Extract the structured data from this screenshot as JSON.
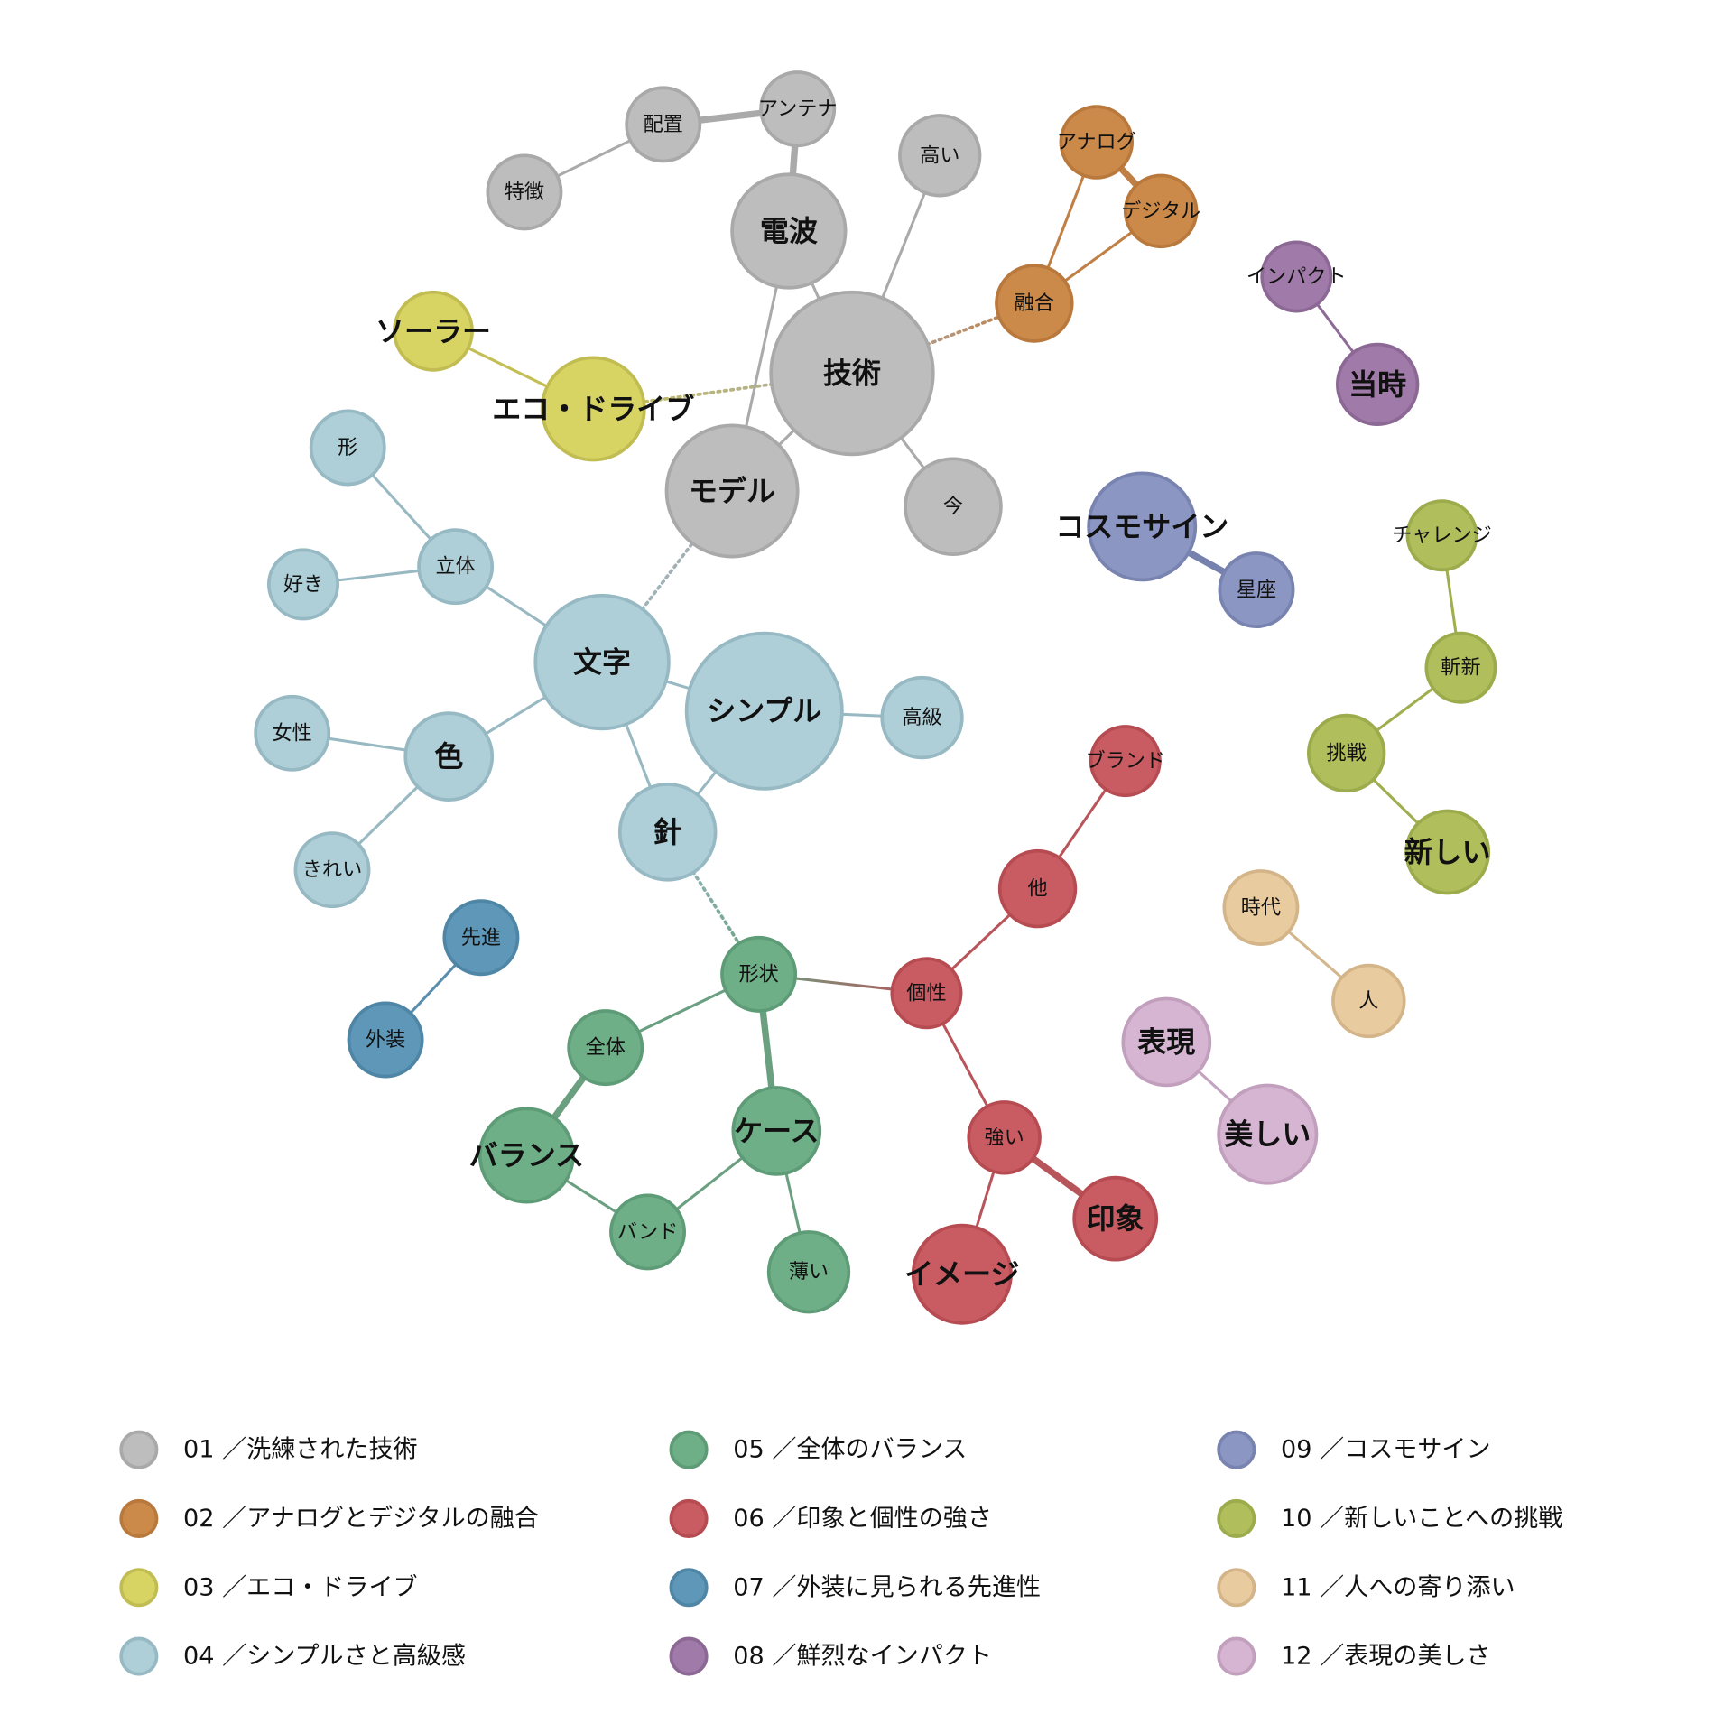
{
  "groups": [
    {
      "id": "01",
      "label": "01 ／洗練された技術",
      "fill": "#bdbdbd",
      "stroke": "#a9a9a9",
      "edge": "#aaaaaa"
    },
    {
      "id": "02",
      "label": "02 ／アナログとデジタルの融合",
      "fill": "#cc8a4a",
      "stroke": "#b9783c",
      "edge": "#c07f45"
    },
    {
      "id": "03",
      "label": "03 ／エコ・ドライブ",
      "fill": "#d8d464",
      "stroke": "#c1bd52",
      "edge": "#c4bf55"
    },
    {
      "id": "04",
      "label": "04 ／シンプルさと高級感",
      "fill": "#aecfd8",
      "stroke": "#97b9c3",
      "edge": "#98b8c2"
    },
    {
      "id": "05",
      "label": "05 ／全体のバランス",
      "fill": "#6faf88",
      "stroke": "#5e9c77",
      "edge": "#6a9f80"
    },
    {
      "id": "06",
      "label": "06 ／印象と個性の強さ",
      "fill": "#c95c62",
      "stroke": "#b64c52",
      "edge": "#b8555b"
    },
    {
      "id": "07",
      "label": "07 ／外装に見られる先進性",
      "fill": "#5f97b8",
      "stroke": "#4f86a6",
      "edge": "#5a8eae"
    },
    {
      "id": "08",
      "label": "08 ／鮮烈なインパクト",
      "fill": "#a07aa8",
      "stroke": "#8c6895",
      "edge": "#8e6b96"
    },
    {
      "id": "09",
      "label": "09 ／コスモサイン",
      "fill": "#8c96c2",
      "stroke": "#7883b0",
      "edge": "#7681ad"
    },
    {
      "id": "10",
      "label": "10 ／新しいことへの挑戦",
      "fill": "#b0be5c",
      "stroke": "#9cab4b",
      "edge": "#a0ae4e"
    },
    {
      "id": "11",
      "label": "11 ／人への寄り添い",
      "fill": "#e8cb9e",
      "stroke": "#d3b589",
      "edge": "#d2b78d"
    },
    {
      "id": "12",
      "label": "12 ／表現の美しさ",
      "fill": "#d6b5d2",
      "stroke": "#c19fbd",
      "edge": "#c3a3c0"
    }
  ],
  "nodes": [
    {
      "id": "haichi",
      "label": "配置",
      "group": "01",
      "bold": false
    },
    {
      "id": "antenna",
      "label": "アンテナ",
      "group": "01",
      "bold": false
    },
    {
      "id": "tokucho",
      "label": "特徴",
      "group": "01",
      "bold": false
    },
    {
      "id": "takai",
      "label": "高い",
      "group": "01",
      "bold": false
    },
    {
      "id": "denpa",
      "label": "電波",
      "group": "01",
      "bold": true
    },
    {
      "id": "gijutsu",
      "label": "技術",
      "group": "01",
      "bold": true
    },
    {
      "id": "model",
      "label": "モデル",
      "group": "01",
      "bold": true
    },
    {
      "id": "ima",
      "label": "今",
      "group": "01",
      "bold": false
    },
    {
      "id": "analog",
      "label": "アナログ",
      "group": "02",
      "bold": false
    },
    {
      "id": "digital",
      "label": "デジタル",
      "group": "02",
      "bold": false
    },
    {
      "id": "yugo",
      "label": "融合",
      "group": "02",
      "bold": false
    },
    {
      "id": "solar",
      "label": "ソーラー",
      "group": "03",
      "bold": true
    },
    {
      "id": "eco",
      "label": "エコ・ドライブ",
      "group": "03",
      "bold": true
    },
    {
      "id": "katachi",
      "label": "形",
      "group": "04",
      "bold": false
    },
    {
      "id": "rittai",
      "label": "立体",
      "group": "04",
      "bold": false
    },
    {
      "id": "suki",
      "label": "好き",
      "group": "04",
      "bold": false
    },
    {
      "id": "moji",
      "label": "文字",
      "group": "04",
      "bold": true
    },
    {
      "id": "simple",
      "label": "シンプル",
      "group": "04",
      "bold": true
    },
    {
      "id": "kokyu",
      "label": "高級",
      "group": "04",
      "bold": false
    },
    {
      "id": "josei",
      "label": "女性",
      "group": "04",
      "bold": false
    },
    {
      "id": "iro",
      "label": "色",
      "group": "04",
      "bold": true
    },
    {
      "id": "kirei",
      "label": "きれい",
      "group": "04",
      "bold": false
    },
    {
      "id": "hari",
      "label": "針",
      "group": "04",
      "bold": true
    },
    {
      "id": "keijo",
      "label": "形状",
      "group": "05",
      "bold": false
    },
    {
      "id": "zentai",
      "label": "全体",
      "group": "05",
      "bold": false
    },
    {
      "id": "balance",
      "label": "バランス",
      "group": "05",
      "bold": true
    },
    {
      "id": "case",
      "label": "ケース",
      "group": "05",
      "bold": true
    },
    {
      "id": "band",
      "label": "バンド",
      "group": "05",
      "bold": false
    },
    {
      "id": "usui",
      "label": "薄い",
      "group": "05",
      "bold": false
    },
    {
      "id": "brand",
      "label": "ブランド",
      "group": "06",
      "bold": false
    },
    {
      "id": "hoka",
      "label": "他",
      "group": "06",
      "bold": false
    },
    {
      "id": "kosei",
      "label": "個性",
      "group": "06",
      "bold": false
    },
    {
      "id": "tsuyoi",
      "label": "強い",
      "group": "06",
      "bold": false
    },
    {
      "id": "insho",
      "label": "印象",
      "group": "06",
      "bold": true
    },
    {
      "id": "image",
      "label": "イメージ",
      "group": "06",
      "bold": true
    },
    {
      "id": "senshin",
      "label": "先進",
      "group": "07",
      "bold": false
    },
    {
      "id": "gaiso",
      "label": "外装",
      "group": "07",
      "bold": false
    },
    {
      "id": "impact",
      "label": "インパクト",
      "group": "08",
      "bold": false
    },
    {
      "id": "toji",
      "label": "当時",
      "group": "08",
      "bold": true
    },
    {
      "id": "cosmo",
      "label": "コスモサイン",
      "group": "09",
      "bold": true
    },
    {
      "id": "seiza",
      "label": "星座",
      "group": "09",
      "bold": false
    },
    {
      "id": "challenge",
      "label": "チャレンジ",
      "group": "10",
      "bold": false
    },
    {
      "id": "zanshin",
      "label": "斬新",
      "group": "10",
      "bold": false
    },
    {
      "id": "chosen",
      "label": "挑戦",
      "group": "10",
      "bold": false
    },
    {
      "id": "atarashii",
      "label": "新しい",
      "group": "10",
      "bold": true
    },
    {
      "id": "jidai",
      "label": "時代",
      "group": "11",
      "bold": false
    },
    {
      "id": "hito",
      "label": "人",
      "group": "11",
      "bold": false
    },
    {
      "id": "hyogen",
      "label": "表現",
      "group": "12",
      "bold": true
    },
    {
      "id": "utsukushii",
      "label": "美しい",
      "group": "12",
      "bold": true
    }
  ],
  "edges": [
    {
      "s": "haichi",
      "t": "antenna",
      "weight": 3
    },
    {
      "s": "haichi",
      "t": "tokucho",
      "weight": 1
    },
    {
      "s": "antenna",
      "t": "denpa",
      "weight": 3
    },
    {
      "s": "denpa",
      "t": "gijutsu",
      "weight": 1
    },
    {
      "s": "denpa",
      "t": "model",
      "weight": 1
    },
    {
      "s": "takai",
      "t": "gijutsu",
      "weight": 1
    },
    {
      "s": "gijutsu",
      "t": "model",
      "weight": 1
    },
    {
      "s": "gijutsu",
      "t": "ima",
      "weight": 1
    },
    {
      "s": "gijutsu",
      "t": "yugo",
      "weight": 1,
      "dotted": true
    },
    {
      "s": "gijutsu",
      "t": "eco",
      "weight": 1,
      "dotted": true
    },
    {
      "s": "eco",
      "t": "solar",
      "weight": 1
    },
    {
      "s": "analog",
      "t": "digital",
      "weight": 3
    },
    {
      "s": "analog",
      "t": "yugo",
      "weight": 1
    },
    {
      "s": "digital",
      "t": "yugo",
      "weight": 1
    },
    {
      "s": "impact",
      "t": "toji",
      "weight": 1
    },
    {
      "s": "model",
      "t": "moji",
      "weight": 1,
      "dotted": true
    },
    {
      "s": "moji",
      "t": "rittai",
      "weight": 1
    },
    {
      "s": "rittai",
      "t": "katachi",
      "weight": 1
    },
    {
      "s": "rittai",
      "t": "suki",
      "weight": 1
    },
    {
      "s": "moji",
      "t": "iro",
      "weight": 1
    },
    {
      "s": "iro",
      "t": "josei",
      "weight": 1
    },
    {
      "s": "iro",
      "t": "kirei",
      "weight": 1
    },
    {
      "s": "moji",
      "t": "simple",
      "weight": 1
    },
    {
      "s": "moji",
      "t": "hari",
      "weight": 1
    },
    {
      "s": "simple",
      "t": "hari",
      "weight": 1
    },
    {
      "s": "simple",
      "t": "kokyu",
      "weight": 1
    },
    {
      "s": "hari",
      "t": "keijo",
      "weight": 1,
      "dotted": true
    },
    {
      "s": "cosmo",
      "t": "seiza",
      "weight": 3
    },
    {
      "s": "challenge",
      "t": "zanshin",
      "weight": 1
    },
    {
      "s": "zanshin",
      "t": "chosen",
      "weight": 1
    },
    {
      "s": "chosen",
      "t": "atarashii",
      "weight": 1
    },
    {
      "s": "brand",
      "t": "hoka",
      "weight": 1
    },
    {
      "s": "hoka",
      "t": "kosei",
      "weight": 1
    },
    {
      "s": "kosei",
      "t": "keijo",
      "weight": 1
    },
    {
      "s": "kosei",
      "t": "tsuyoi",
      "weight": 1
    },
    {
      "s": "tsuyoi",
      "t": "insho",
      "weight": 3
    },
    {
      "s": "tsuyoi",
      "t": "image",
      "weight": 1
    },
    {
      "s": "senshin",
      "t": "gaiso",
      "weight": 1
    },
    {
      "s": "jidai",
      "t": "hito",
      "weight": 1
    },
    {
      "s": "hyogen",
      "t": "utsukushii",
      "weight": 1
    },
    {
      "s": "keijo",
      "t": "zentai",
      "weight": 1
    },
    {
      "s": "keijo",
      "t": "case",
      "weight": 3
    },
    {
      "s": "zentai",
      "t": "balance",
      "weight": 3
    },
    {
      "s": "balance",
      "t": "band",
      "weight": 1
    },
    {
      "s": "band",
      "t": "case",
      "weight": 1
    },
    {
      "s": "case",
      "t": "usui",
      "weight": 1
    }
  ]
}
